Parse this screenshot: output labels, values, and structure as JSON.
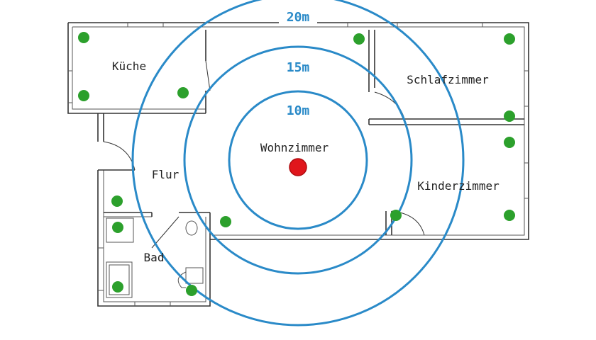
{
  "rooms": {
    "kueche": "Küche",
    "schlafzimmer": "Schlafzimmer",
    "wohnzimmer": "Wohnzimmer",
    "flur": "Flur",
    "kinderzimmer": "Kinderzimmer",
    "bad": "Bad"
  },
  "ranges": {
    "r10": "10m",
    "r15": "15m",
    "r20": "20m"
  },
  "colors": {
    "ring": "#2a8ac8",
    "router": "#e0161c",
    "device": "#2ca02c"
  },
  "device_count": 14
}
